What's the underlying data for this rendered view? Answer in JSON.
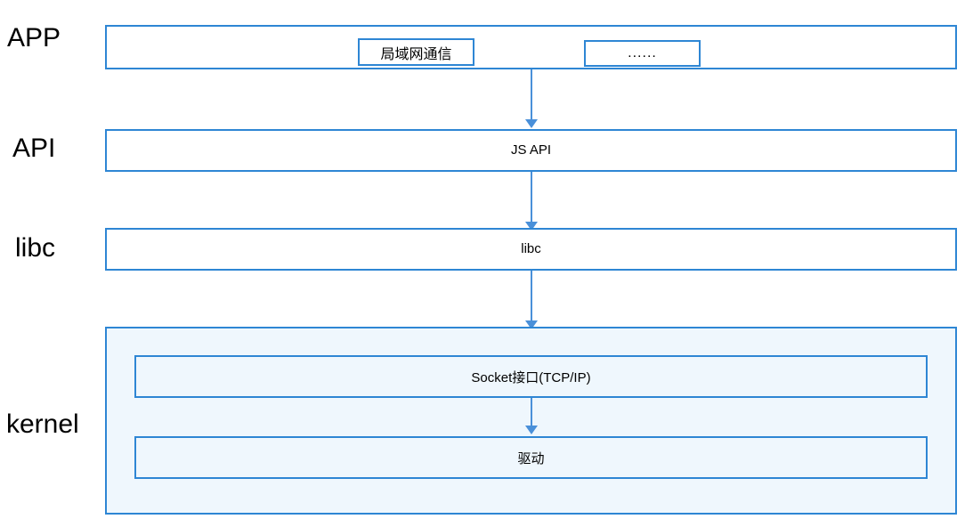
{
  "diagram": {
    "title": "Network communication layered architecture",
    "accent_color": "#2E86D4",
    "arrow_color": "#4A90D9",
    "kernel_fill": "#EFF7FD",
    "tiers": [
      {
        "id": "app",
        "label": "APP"
      },
      {
        "id": "api",
        "label": "API"
      },
      {
        "id": "libc",
        "label": "libc"
      },
      {
        "id": "kernel",
        "label": "kernel"
      }
    ],
    "app_layer": {
      "modules": [
        {
          "id": "lan",
          "label": "局域网通信"
        },
        {
          "id": "more",
          "label": "......"
        }
      ]
    },
    "api_layer": {
      "label": "JS API"
    },
    "libc_layer": {
      "label": "libc"
    },
    "kernel_layer": {
      "blocks": [
        {
          "id": "socket",
          "label": "Socket接口(TCP/IP)"
        },
        {
          "id": "driver",
          "label": "驱动"
        }
      ]
    },
    "connectors": [
      {
        "id": "app-to-api",
        "from": "局域网通信",
        "to": "JS API"
      },
      {
        "id": "api-to-libc",
        "from": "JS API",
        "to": "libc"
      },
      {
        "id": "libc-to-kernel",
        "from": "libc",
        "to": "Socket接口(TCP/IP)"
      },
      {
        "id": "socket-to-driver",
        "from": "Socket接口(TCP/IP)",
        "to": "驱动"
      }
    ]
  }
}
